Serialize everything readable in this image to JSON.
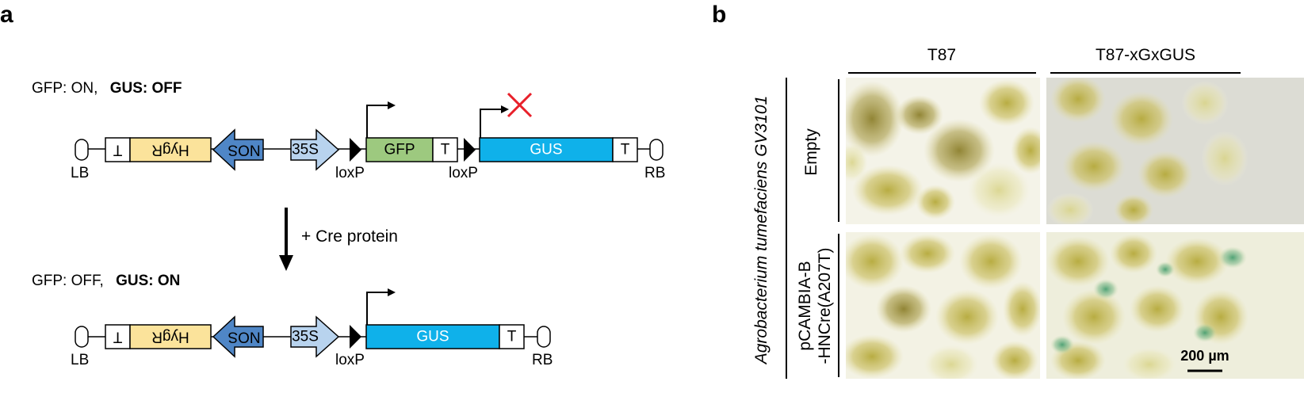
{
  "panel_a": {
    "label": "a",
    "state_top": {
      "prefix": "GFP: ON,",
      "bold": "GUS: OFF"
    },
    "state_bottom": {
      "prefix": "GFP: OFF,",
      "bold": "GUS: ON"
    },
    "arrow_text": "+ Cre protein",
    "parts": {
      "lb": "LB",
      "rb": "RB",
      "terminator": "T",
      "hyg": "HygR",
      "nos": "NOS",
      "promoter": "35S",
      "loxp": "loxP",
      "gfp": "GFP",
      "gus": "GUS"
    },
    "colors": {
      "hyg": "#fbe39b",
      "nos": "#4f86c6",
      "promoter": "#b8d3ee",
      "gfp": "#9dc97f",
      "gus": "#0fb1ea",
      "cross": "#e8202a"
    }
  },
  "panel_b": {
    "label": "b",
    "col_headers": [
      "T87",
      "T87-xGxGUS"
    ],
    "side_label": "Agrobacterium tumefaciens GV3101",
    "row_labels": [
      {
        "line1": "Empty",
        "line2": ""
      },
      {
        "line1": "pCAMBIA-B",
        "line2": "-HNCre(A207T)"
      }
    ],
    "scale_bar": "200 µm"
  }
}
